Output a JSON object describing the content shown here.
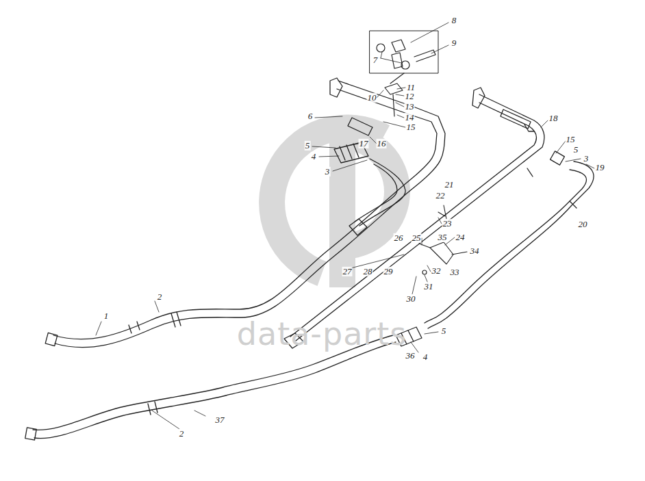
{
  "diagram": {
    "labels": [
      "8",
      "7",
      "9",
      "10",
      "11",
      "12",
      "13",
      "14",
      "6",
      "15",
      "16",
      "5",
      "17",
      "4",
      "3",
      "18",
      "15",
      "5",
      "3",
      "19",
      "21",
      "22",
      "23",
      "26",
      "25",
      "35",
      "24",
      "20",
      "34",
      "27",
      "28",
      "29",
      "32",
      "33",
      "31",
      "30",
      "2",
      "1",
      "5",
      "36",
      "4",
      "37",
      "2",
      "data-parts"
    ]
  }
}
